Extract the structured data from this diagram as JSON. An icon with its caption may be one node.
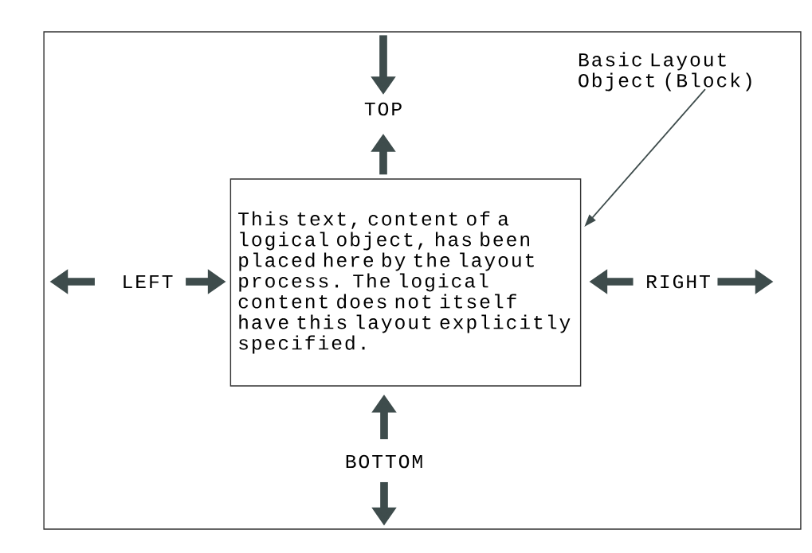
{
  "diagram": {
    "nodes": [
      {
        "text": [],
        "shape": "box"
      },
      {
        "text": [
          "TOP"
        ],
        "in": 0
      },
      {
        "text": [
          "Basic Layout Object (Block)"
        ],
        "in": 0
      },
      {
        "text": [
          "LEFT"
        ],
        "in": 0
      },
      {
        "text": [
          "This text, content of a logical object, has been placed here by the layout process. The logical content does not itself have this layout explicitly specified."
        ],
        "in": 0
      },
      {
        "text": [
          "RIGHT"
        ],
        "in": 0
      },
      {
        "text": [
          "BOTTOM"
        ],
        "in": 0
      }
    ],
    "edges": [
      {
        "from": 0,
        "to": 1,
        "arrow": "to"
      },
      {
        "from": 4,
        "to": 1,
        "arrow": "to"
      },
      {
        "from": 2,
        "to": 4,
        "arrow": "to"
      },
      {
        "from": 3,
        "to": 0,
        "arrow": "to"
      },
      {
        "from": 3,
        "to": 4,
        "arrow": "to"
      },
      {
        "from": 5,
        "to": 4,
        "arrow": "to"
      },
      {
        "from": 5,
        "to": 0,
        "arrow": "to"
      },
      {
        "from": 6,
        "to": 4,
        "arrow": "to"
      },
      {
        "from": 6,
        "to": 0,
        "arrow": "to"
      }
    ]
  }
}
